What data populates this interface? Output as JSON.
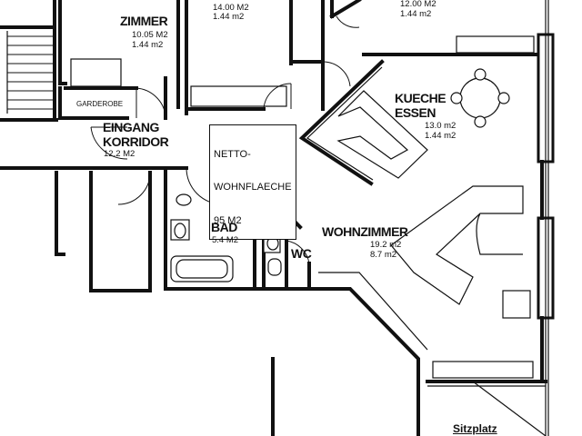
{
  "rooms": {
    "zimmer_left": {
      "name": "ZIMMER",
      "area1": "10.05 M2",
      "area2": "1.44 m2"
    },
    "zimmer_mid": {
      "area1": "14.00 M2",
      "area2": "1.44 m2"
    },
    "zimmer_right": {
      "area1": "12.00 M2",
      "area2": "1.44 m2"
    },
    "garderobe": {
      "name": "GARDEROBE"
    },
    "eingang": {
      "name_line1": "EINGANG",
      "name_line2": "KORRIDOR",
      "area": "12.2 M2"
    },
    "kueche": {
      "name_line1": "KUECHE",
      "name_line2": "ESSEN",
      "area1": "13.0 m2",
      "area2": "1.44 m2"
    },
    "bad": {
      "name": "BAD",
      "area": "5.4 M2"
    },
    "wc": {
      "name": "WC"
    },
    "wohnzimmer": {
      "name": "WOHNZIMMER",
      "area1": "19.2 m2",
      "area2": "8.7 m2"
    },
    "sitzplatz": {
      "name": "Sitzplatz"
    }
  },
  "netto": {
    "line1": "NETTO-",
    "line2": "WOHNFLAECHE",
    "line3": "95 M2"
  }
}
